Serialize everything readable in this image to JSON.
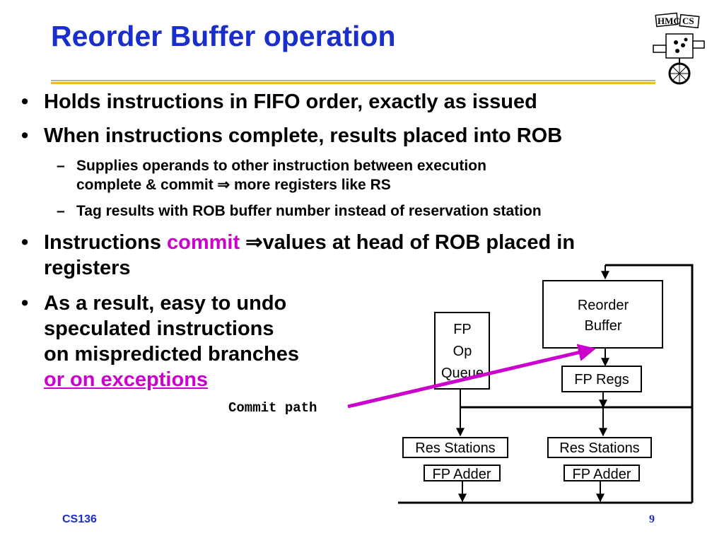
{
  "slide": {
    "title": "Reorder Buffer operation",
    "footer_left": "CS136",
    "page_number": "9"
  },
  "logo": {
    "text": "HMC CS"
  },
  "bullets": [
    {
      "marker": "•",
      "text": "Holds instructions in FIFO order, exactly as issued"
    },
    {
      "marker": "•",
      "text": "When instructions complete, results placed into ROB"
    },
    {
      "marker": "•",
      "text_before": "Instructions ",
      "highlight": "commit",
      "text_after": " ⇒values at head of ROB placed in",
      "line2": "registers"
    },
    {
      "marker": "•",
      "lines": [
        "As a result, easy to undo",
        "speculated instructions",
        "on mispredicted branches"
      ],
      "highlight_line": "or on exceptions"
    }
  ],
  "sub_bullets": [
    {
      "marker": "–",
      "line1": "Supplies operands to other instruction between execution",
      "line2": "complete & commit ⇒ more registers like RS"
    },
    {
      "marker": "–",
      "line1": "Tag results with ROB buffer number instead of reservation station"
    }
  ],
  "diagram": {
    "commit_path_label": "Commit path",
    "rob_label_1": "Reorder",
    "rob_label_2": "Buffer",
    "fpq_label_1": "FP",
    "fpq_label_2": "Op",
    "fpq_label_3": "Queue",
    "fp_regs_label": "FP Regs",
    "res_stations_left": "Res Stations",
    "res_stations_right": "Res Stations",
    "fp_adder_left": "FP Adder",
    "fp_adder_right": "FP Adder",
    "arrow_color": "#cc00cc"
  },
  "colors": {
    "title": "#1a2ecc",
    "accent_rule": "#f2bc1c",
    "highlight": "#cc00cc"
  }
}
